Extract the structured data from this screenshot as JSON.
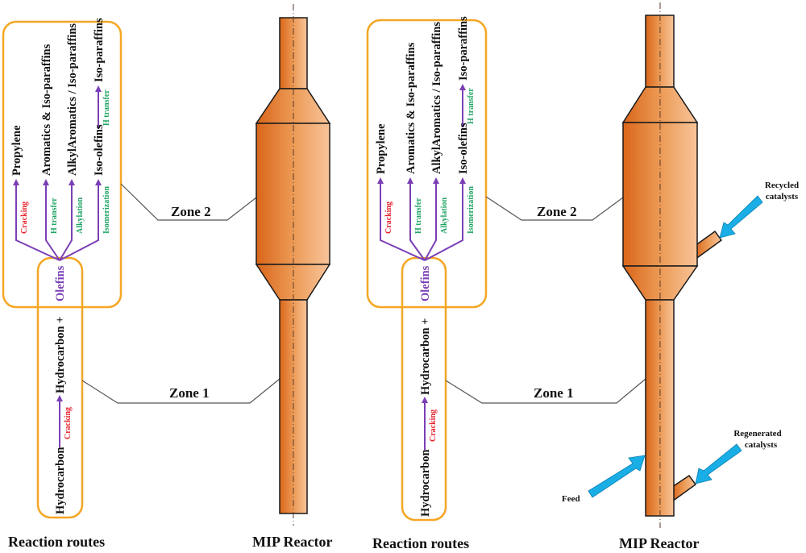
{
  "colors": {
    "box_border": "#f5a623",
    "arrow": "#7b3fb5",
    "cracking": "#e8212b",
    "transfer": "#1fa463",
    "reactor_dark": "#d9661a",
    "reactor_light": "#f8c49a",
    "feed_arrow": "#1aaee6",
    "connector": "#555555"
  },
  "panels": [
    {
      "id": "left",
      "routes": {
        "olefins": "Olefins",
        "products": [
          {
            "label": "Propylene",
            "reaction": "Cracking",
            "reaction_color": "cracking"
          },
          {
            "label": "Aromatics & Iso-paraffins",
            "reaction": "H transfer",
            "reaction_color": "transfer"
          },
          {
            "label": "AlkylAromatics / Iso-paraffins",
            "reaction": "Alkylation",
            "reaction_color": "transfer"
          },
          {
            "label": "Iso-olefins",
            "reaction": "Isomerization",
            "reaction_color": "transfer"
          }
        ],
        "iso_next": {
          "label": "Iso-paraffins",
          "reaction": "H transfer"
        },
        "zone1_chain": {
          "start": "Hydrocarbon",
          "reaction": "Cracking",
          "end": "Hydrocarbon  +"
        },
        "caption": "Reaction routes"
      },
      "zone2_label": "Zone 2",
      "zone1_label": "Zone 1",
      "reactor_caption": "MIP Reactor"
    },
    {
      "id": "right",
      "routes": {
        "olefins": "Olefins",
        "products": [
          {
            "label": "Propylene",
            "reaction": "Cracking",
            "reaction_color": "cracking"
          },
          {
            "label": "Aromatics & Iso-paraffins",
            "reaction": "H transfer",
            "reaction_color": "transfer"
          },
          {
            "label": "AlkylAromatics / Iso-paraffins",
            "reaction": "Alkylation",
            "reaction_color": "transfer"
          },
          {
            "label": "Iso-olefins",
            "reaction": "Isomerization",
            "reaction_color": "transfer"
          }
        ],
        "iso_next": {
          "label": "Iso-paraffins",
          "reaction": "H transfer"
        },
        "zone1_chain": {
          "start": "Hydrocarbon",
          "reaction": "Cracking",
          "end": "Hydrocarbon  +"
        },
        "caption": "Reaction routes"
      },
      "zone2_label": "Zone 2",
      "zone1_label": "Zone 1",
      "reactor_caption": "MIP Reactor",
      "inlets": {
        "recycled": [
          "Recycled",
          "catalysts"
        ],
        "regenerated": [
          "Regenerated",
          "catalysts"
        ],
        "feed": "Feed"
      }
    }
  ]
}
